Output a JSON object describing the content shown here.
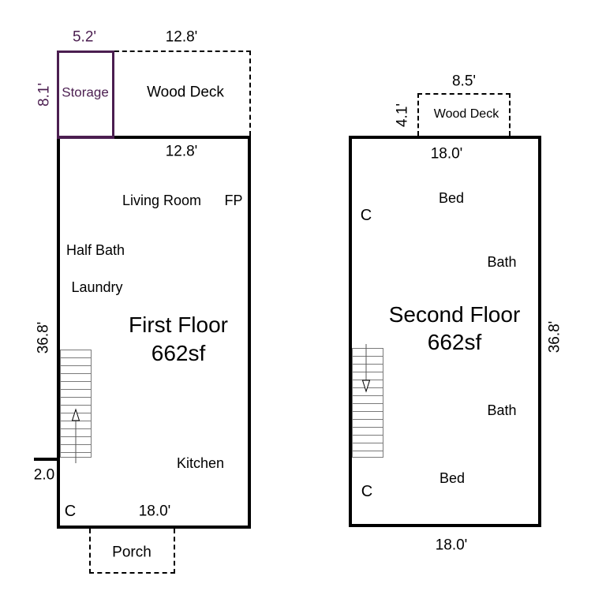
{
  "colors": {
    "accent_purple": "#4b1e50",
    "line_black": "#000000"
  },
  "first_floor": {
    "storage_label": "Storage",
    "storage_width_dim": "5.2'",
    "storage_height_dim": "8.1'",
    "deck_label": "Wood Deck",
    "deck_width_dim": "12.8'",
    "top_width_dim": "12.8'",
    "living_room_label": "Living Room",
    "fireplace_label": "FP",
    "half_bath_label": "Half Bath",
    "laundry_label": "Laundry",
    "height_dim": "36.8'",
    "title": "First Floor",
    "area": "662sf",
    "kitchen_label": "Kitchen",
    "notch_dim": "2.0",
    "closet_label": "C",
    "bottom_width_dim": "18.0'",
    "porch_label": "Porch"
  },
  "second_floor": {
    "deck_label": "Wood Deck",
    "deck_width_dim": "8.5'",
    "deck_height_dim": "4.1'",
    "top_width_dim": "18.0'",
    "bed_top_label": "Bed",
    "closet_top_label": "C",
    "bath_top_label": "Bath",
    "title": "Second Floor",
    "area": "662sf",
    "height_dim": "36.8'",
    "bath_bottom_label": "Bath",
    "bed_bottom_label": "Bed",
    "closet_bottom_label": "C",
    "bottom_width_dim": "18.0'"
  }
}
